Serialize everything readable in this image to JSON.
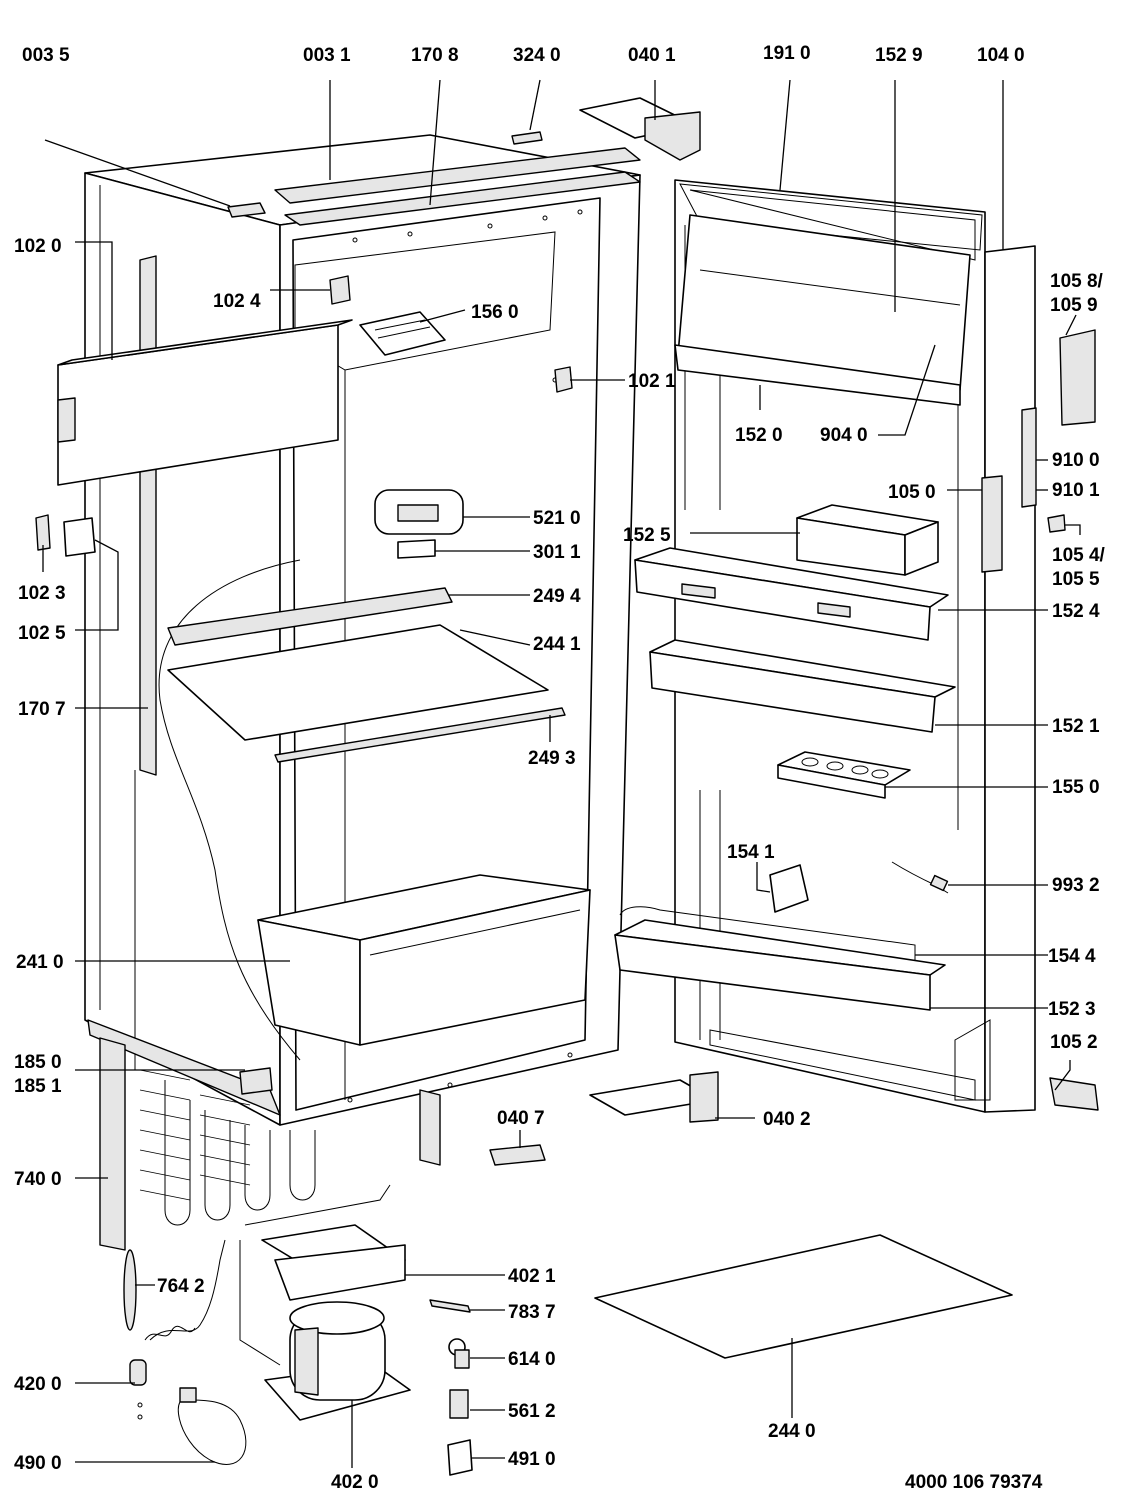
{
  "drawing_number": "4000 106 79374",
  "callouts": {
    "p0035": "003 5",
    "p0031": "003 1",
    "p1708": "170 8",
    "p3240": "324 0",
    "p0401": "040 1",
    "p1910": "191 0",
    "p1529": "152 9",
    "p1040": "104 0",
    "p1020": "102 0",
    "p1024": "102 4",
    "p1560": "156 0",
    "p1021": "102 1",
    "p1058": "105 8/",
    "p1059": "105 9",
    "p1520": "152 0",
    "p9040": "904 0",
    "p9100": "910 0",
    "p9101": "910 1",
    "p1050": "105 0",
    "p5210": "521 0",
    "p3011": "301 1",
    "p1525": "152 5",
    "p1054": "105 4/",
    "p1055": "105 5",
    "p1023": "102 3",
    "p2494": "249 4",
    "p1524": "152 4",
    "p1025": "102 5",
    "p2441": "244 1",
    "p1707": "170 7",
    "p1521": "152 1",
    "p2493": "249 3",
    "p1550": "155 0",
    "p1541": "154 1",
    "p9932": "993 2",
    "p2410": "241 0",
    "p1544": "154 4",
    "p1523": "152 3",
    "p1850": "185 0",
    "p1851": "185 1",
    "p1052": "105 2",
    "p0407": "040 7",
    "p0402": "040 2",
    "p7400": "740 0",
    "p4021": "402 1",
    "p7642": "764 2",
    "p7837": "783 7",
    "p6140": "614 0",
    "p4200": "420 0",
    "p5612": "561 2",
    "p4900": "490 0",
    "p4910": "491 0",
    "p4020": "402 0",
    "p2440": "244 0"
  }
}
